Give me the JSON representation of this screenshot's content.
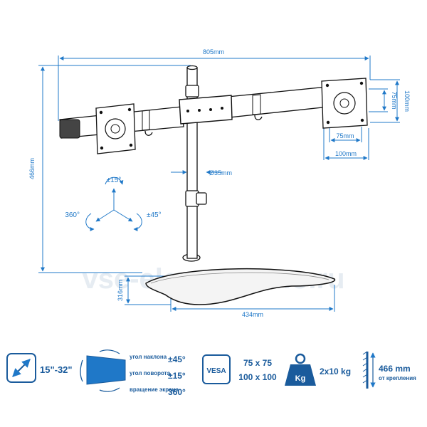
{
  "dimensions": {
    "total_width": "805mm",
    "height": "466mm",
    "vesa_vertical_inner": "75mm",
    "vesa_vertical_outer": "100mm",
    "vesa_horizontal_inner": "75mm",
    "vesa_horizontal_outer": "100mm",
    "pole_diameter": "Ø35mm",
    "base_height": "316mm",
    "base_width": "434mm"
  },
  "rotation": {
    "tilt": "±15°",
    "swivel": "±45°",
    "rotate": "360°"
  },
  "watermark": "vse-elementarno.ru",
  "spec_bar": {
    "screen_size": "15\"-32\"",
    "label_tilt": "угол наклона",
    "label_swivel": "угол поворота",
    "label_rotate": "вращение экрана",
    "value_swivel": "±45°",
    "value_tilt": "±15°",
    "value_rotate": "360°",
    "vesa_badge": "VESA",
    "vesa_small": "75 x 75",
    "vesa_large": "100 x 100",
    "weight_badge": "Kg",
    "load": "2x10 kg",
    "height_value": "466 mm",
    "height_note": "от крепления"
  },
  "colors": {
    "accent": "#1f78c8",
    "spec_text": "#1a5b9c",
    "outline": "#111111"
  }
}
